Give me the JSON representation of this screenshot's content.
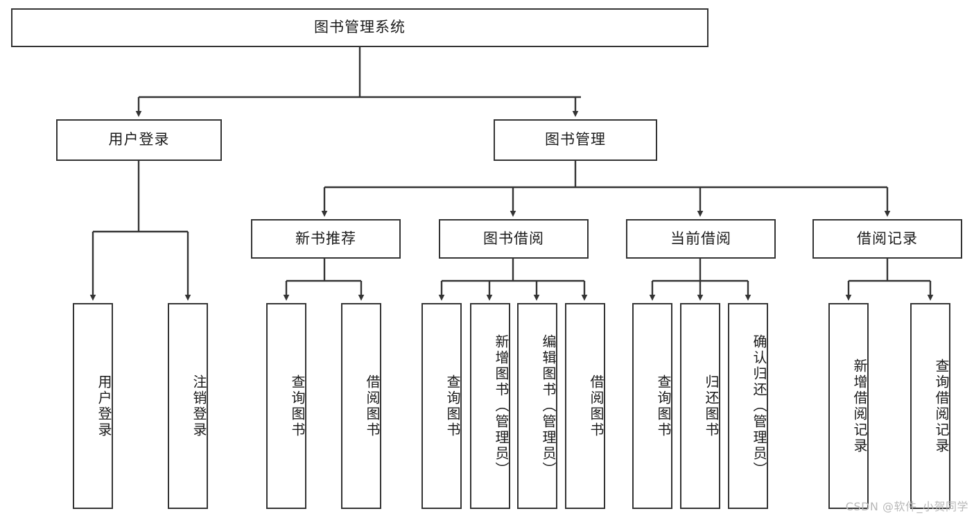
{
  "diagram": {
    "title": "图书管理系统",
    "watermark": "CSDN @软件_小贺同学",
    "stroke_color": "#333333",
    "fill_color": "#ffffff",
    "text_color": "#1a1a1a",
    "background": "#ffffff",
    "root": {
      "label": "图书管理系统"
    },
    "level2": [
      {
        "label": "用户登录"
      },
      {
        "label": "图书管理"
      }
    ],
    "level3": [
      {
        "label": "新书推荐"
      },
      {
        "label": "图书借阅"
      },
      {
        "label": "当前借阅"
      },
      {
        "label": "借阅记录"
      }
    ],
    "leaves": {
      "user_login": [
        {
          "label": "用户登录"
        },
        {
          "label": "注销登录"
        }
      ],
      "new_book_recommend": [
        {
          "label": "查询图书"
        },
        {
          "label": "借阅图书"
        }
      ],
      "book_borrow": [
        {
          "label": "查询图书"
        },
        {
          "label": "新增图书（管理员）"
        },
        {
          "label": "编辑图书（管理员）"
        },
        {
          "label": "借阅图书"
        }
      ],
      "current_borrow": [
        {
          "label": "查询图书"
        },
        {
          "label": "归还图书"
        },
        {
          "label": "确认归还（管理员）"
        }
      ],
      "borrow_record": [
        {
          "label": "新增借阅记录"
        },
        {
          "label": "查询借阅记录"
        }
      ]
    }
  }
}
